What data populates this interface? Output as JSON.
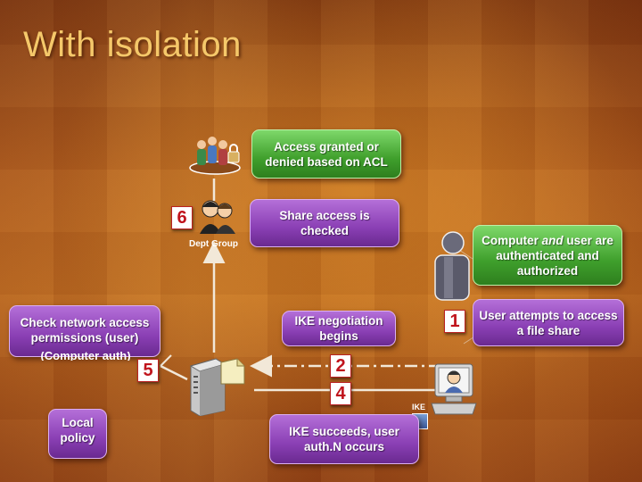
{
  "title": "With isolation",
  "boxes": {
    "access_granted": "Access granted or denied based on ACL",
    "share_access": "Share access is checked",
    "computer_user_pre": "Computer ",
    "computer_user_em": "and",
    "computer_user_post": " user are authenticated and authorized",
    "check_network": "Check network access permissions (user)",
    "check_network_hidden": "(Computer auth)",
    "ike_negotiation": "IKE negotiation begins",
    "user_attempts": "User attempts to access a file share",
    "local_policy": "Local policy",
    "ike_succeeds": "IKE succeeds, user auth.N occurs"
  },
  "steps": [
    "1",
    "2",
    "4",
    "5",
    "6"
  ],
  "labels": {
    "dept_group": "Dept Group",
    "ike": "IKE"
  },
  "colors": {
    "title": "#f5c86a",
    "green": "#3f9f2c",
    "purple": "#8a3fb4",
    "step_number": "#c0141c"
  }
}
